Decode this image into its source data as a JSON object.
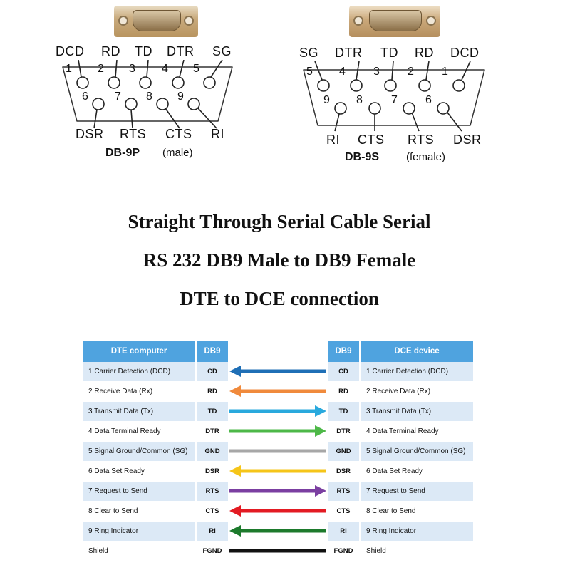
{
  "male": {
    "caption": "DB-9P",
    "sub": "(male)",
    "top_labels": [
      "DCD",
      "RD",
      "TD",
      "DTR",
      "SG"
    ],
    "bottom_labels": [
      "DSR",
      "RTS",
      "CTS",
      "RI"
    ],
    "pin_numbers": [
      "1",
      "2",
      "3",
      "4",
      "5",
      "6",
      "7",
      "8",
      "9"
    ]
  },
  "female": {
    "caption": "DB-9S",
    "sub": "(female)",
    "top_labels": [
      "SG",
      "DTR",
      "TD",
      "RD",
      "DCD"
    ],
    "bottom_labels": [
      "RI",
      "CTS",
      "RTS",
      "DSR"
    ],
    "pin_numbers": [
      "5",
      "4",
      "3",
      "2",
      "1",
      "9",
      "8",
      "7",
      "6"
    ]
  },
  "headings": [
    "Straight Through Serial Cable Serial",
    "RS 232 DB9 Male to DB9 Female",
    "DTE to DCE connection"
  ],
  "table": {
    "left_header": "DTE computer",
    "left_code_header": "DB9",
    "right_code_header": "DB9",
    "right_header": "DCE device",
    "rows": [
      {
        "left": "1 Carrier Detection (DCD)",
        "lcode": "CD",
        "rcode": "CD",
        "right": "1 Carrier Detection (DCD)",
        "color": "#1f6fb6",
        "dir": "left"
      },
      {
        "left": "2 Receive Data (Rx)",
        "lcode": "RD",
        "rcode": "RD",
        "right": "2 Receive Data (Rx)",
        "color": "#f08a3c",
        "dir": "left"
      },
      {
        "left": "3 Transmit Data (Tx)",
        "lcode": "TD",
        "rcode": "TD",
        "right": "3 Transmit Data (Tx)",
        "color": "#29a9dd",
        "dir": "right"
      },
      {
        "left": "4 Data Terminal Ready",
        "lcode": "DTR",
        "rcode": "DTR",
        "right": "4 Data Terminal Ready",
        "color": "#4db848",
        "dir": "right"
      },
      {
        "left": "5 Signal Ground/Common (SG)",
        "lcode": "GND",
        "rcode": "GND",
        "right": "5 Signal Ground/Common (SG)",
        "color": "#a7a7a7",
        "dir": "none"
      },
      {
        "left": "6 Data Set Ready",
        "lcode": "DSR",
        "rcode": "DSR",
        "right": "6 Data Set Ready",
        "color": "#f5c519",
        "dir": "left"
      },
      {
        "left": "7 Request to Send",
        "lcode": "RTS",
        "rcode": "RTS",
        "right": "7 Request to Send",
        "color": "#7b3fa1",
        "dir": "right"
      },
      {
        "left": "8 Clear to Send",
        "lcode": "CTS",
        "rcode": "CTS",
        "right": "8 Clear to Send",
        "color": "#e31b23",
        "dir": "left"
      },
      {
        "left": "9 Ring Indicator",
        "lcode": "RI",
        "rcode": "RI",
        "right": "9 Ring Indicator",
        "color": "#1d7a2c",
        "dir": "left"
      },
      {
        "left": "Shield",
        "lcode": "FGND",
        "rcode": "FGND",
        "right": "Shield",
        "color": "#111111",
        "dir": "none"
      }
    ]
  }
}
